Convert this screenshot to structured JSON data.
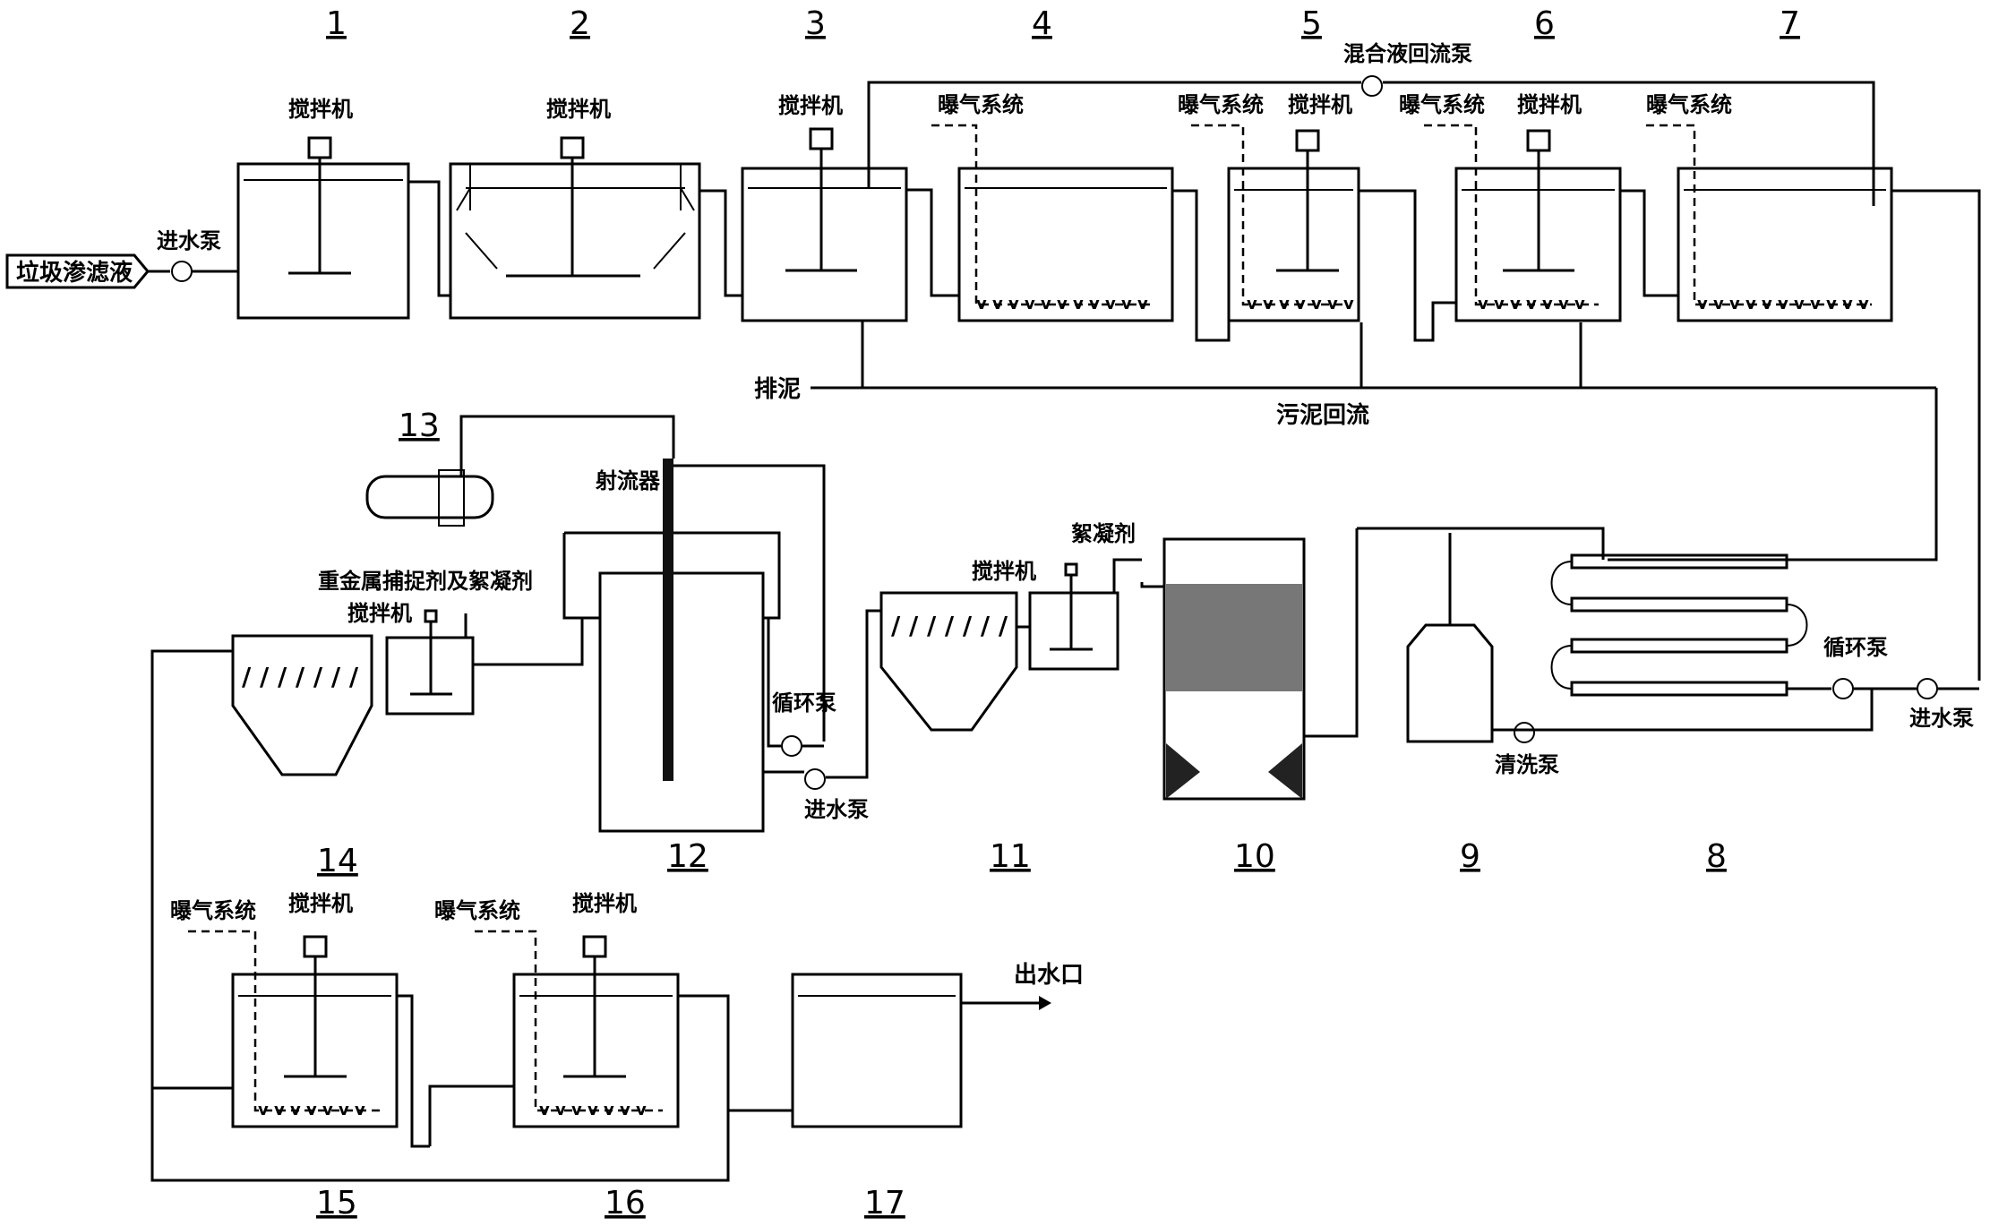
{
  "units": {
    "u1": "1",
    "u2": "2",
    "u3": "3",
    "u4": "4",
    "u5": "5",
    "u6": "6",
    "u7": "7",
    "u8": "8",
    "u9": "9",
    "u10": "10",
    "u11": "11",
    "u12": "12",
    "u13": "13",
    "u14": "14",
    "u15": "15",
    "u16": "16",
    "u17": "17"
  },
  "labels": {
    "leachate": "垃圾渗滤液",
    "inlet_pump": "进水泵",
    "mixer": "搅拌机",
    "aeration": "曝气系统",
    "mixed_liquor_return_pump": "混合液回流泵",
    "sludge_discharge": "排泥",
    "sludge_return": "污泥回流",
    "ejector": "射流器",
    "heavy_metal_agent": "重金属捕捉剂及絮凝剂",
    "flocculant": "絮凝剂",
    "circulation_pump": "循环泵",
    "cleaning_pump": "清洗泵",
    "outlet": "出水口"
  }
}
